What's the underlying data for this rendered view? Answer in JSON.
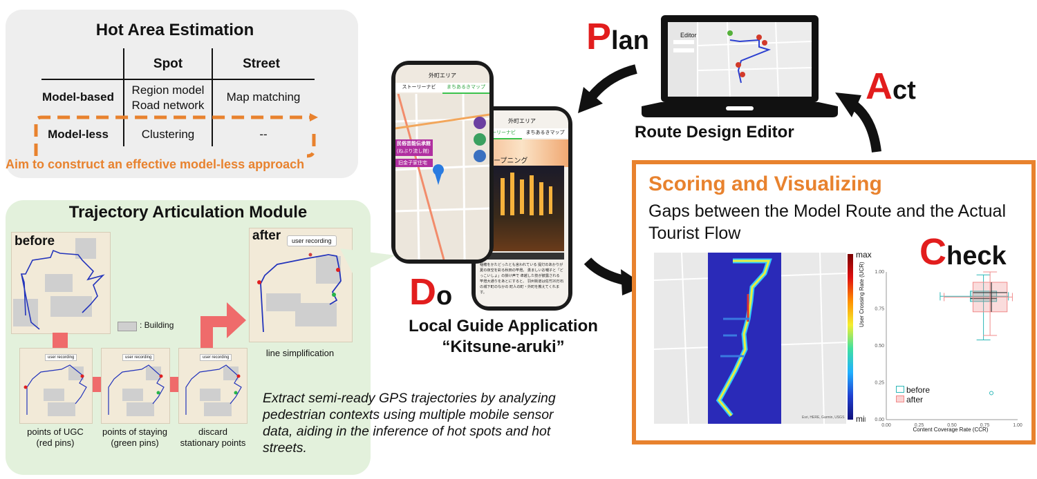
{
  "hot_area": {
    "title": "Hot Area Estimation",
    "col_spot": "Spot",
    "col_street": "Street",
    "row_model_based": "Model-based",
    "row_model_less": "Model-less",
    "mb_spot_1": "Region model",
    "mb_spot_2": "Road network",
    "mb_street": "Map matching",
    "ml_spot": "Clustering",
    "ml_street": "--",
    "aim": "Aim to construct an effective model-less approach"
  },
  "trajectory": {
    "title": "Trajectory Articulation Module",
    "before": "before",
    "after": "after",
    "user_recording": "user recording",
    "building_legend": ": Building",
    "line_simplification": "line simplification",
    "step1_a": "points of UGC",
    "step1_b": "(red pins)",
    "step2_a": "points of staying",
    "step2_b": "(green pins)",
    "step3_a": "discard",
    "step3_b": "stationary points",
    "extract": "Extract semi-ready GPS trajectories by analyzing pedestrian contexts using multiple mobile sensor data, aiding in the inference of hot spots and hot streets."
  },
  "phones": {
    "front_title": "外町エリア",
    "front_tab1": "ストーリーナビ",
    "front_tab2": "まちあるきマップ",
    "back_title": "外町エリア",
    "back_tab1": "ストーリーナビ",
    "back_tab2": "まちあるきマップ",
    "back_heading": "オープニング",
    "label1": "民俗芸能伝承館",
    "label1b": "(ねぶり流し館)",
    "label2": "旧金子家住宅",
    "body_text": "稲穂をかたどったとも言われている 提灯のあかりが夏の夜空を彩る秋田の竿燈。 勇ましいお囃子と「どっこいしょ」の掛け声で 卓越した技が披露される 竿燈大通りをあとにすると、 羽州街道は佐竹20万石の城下町のなかの 町人の町・外町を教えてくれます。"
  },
  "pdca": {
    "plan_p": "P",
    "plan_rest": "lan",
    "act_a": "A",
    "act_rest": "ct",
    "do_d": "D",
    "do_rest": "o",
    "check_c": "C",
    "check_rest": "heck"
  },
  "editor": {
    "label": "Editor",
    "caption": "Route Design Editor"
  },
  "app": {
    "caption1": "Local Guide Application",
    "caption2": "“Kitsune-aruki”"
  },
  "check_panel": {
    "title": "Scoring and Visualizing",
    "gaps": "Gaps between the Model Route and the Actual Tourist Flow",
    "heat_max": "max",
    "heat_min": "min",
    "map_credit": "Esri, HERE, Garmin, USGS"
  },
  "chart_data": {
    "type": "box",
    "xlabel": "Content Coverage Rate (CCR)",
    "ylabel": "User Crossing Rate (UCR)",
    "xlim": [
      0,
      1
    ],
    "ylim": [
      0,
      1
    ],
    "xticks": [
      "0.00",
      "0.25",
      "0.50",
      "0.75",
      "1.00"
    ],
    "yticks": [
      "0.00",
      "0.25",
      "0.50",
      "0.75",
      "1.00"
    ],
    "series": [
      {
        "name": "before",
        "color": "#2ab7b7",
        "x_box": [
          0.64,
          0.84
        ],
        "x_median": 0.79,
        "x_whisker": [
          0.41,
          0.93
        ],
        "y_box": [
          0.8,
          0.87
        ],
        "y_median": 0.82,
        "y_whisker": [
          0.54,
          0.98
        ],
        "outliers": [
          [
            0.8,
            0.18
          ]
        ]
      },
      {
        "name": "after",
        "color": "#f08a8a",
        "x_box": [
          0.66,
          0.92
        ],
        "x_median": 0.8,
        "x_whisker": [
          0.44,
          0.96
        ],
        "y_box": [
          0.73,
          0.93
        ],
        "y_median": 0.86,
        "y_whisker": [
          0.57,
          1.0
        ],
        "outliers": []
      }
    ],
    "legend": [
      "before",
      "after"
    ]
  }
}
